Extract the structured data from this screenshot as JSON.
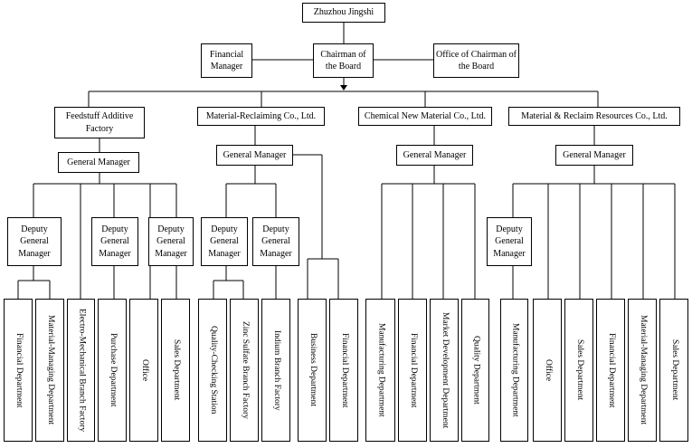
{
  "top": {
    "company": "Zhuzhou Jingshi"
  },
  "board": {
    "financial_manager": "Financial Manager",
    "chairman": "Chairman of the Board",
    "office_of_chairman": "Office of Chairman of the Board"
  },
  "divisions": {
    "feedstuff": "Feedstuff Additive Factory",
    "material_reclaiming": "Material-Reclaiming Co., Ltd.",
    "chemical": "Chemical New Material Co., Ltd.",
    "material_resources": "Material & Reclaim Resources Co., Ltd."
  },
  "general_manager": "General Manager",
  "deputy_general_manager": "Deputy General Manager",
  "departments": {
    "d1": "Financial Department",
    "d2": "Material-Managing Department",
    "d3": "Electro-Mechanical Branch Factory",
    "d4": "Purchase Department",
    "d5": "Office",
    "d6": "Sales Department",
    "d7": "Quality-Checking Station",
    "d8": "Zinc Sulfate Branch Factory",
    "d9": "Indium Branch Factory",
    "d10": "Business Department",
    "d11": "Financial Department",
    "d12": "Manufacturing Department",
    "d13": "Financial Department",
    "d14": "Market Development Department",
    "d15": "Quality Department",
    "d16": "Manufacturing Department",
    "d17": "Office",
    "d18": "Sales Department",
    "d19": "Financial Department",
    "d20": "Material-Managing Department",
    "d21": "Sales Department"
  }
}
